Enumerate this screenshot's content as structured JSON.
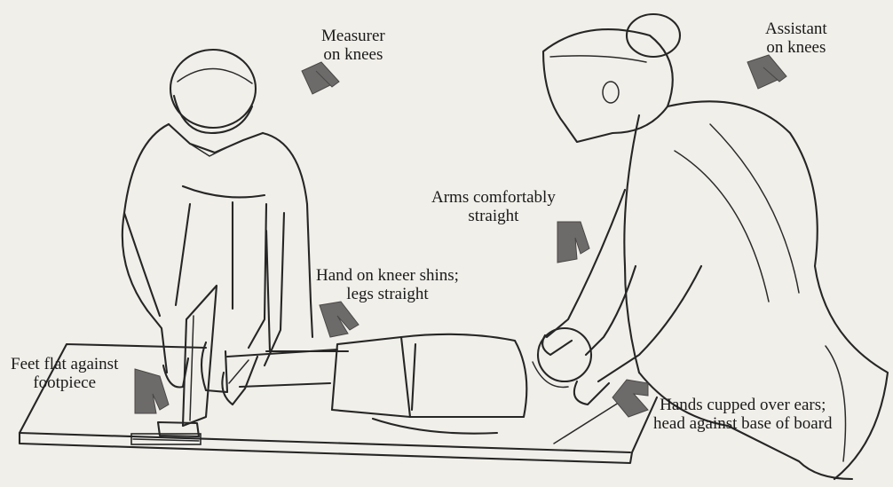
{
  "labels": {
    "measurer": [
      "Measurer",
      "on knees"
    ],
    "assistant": [
      "Assistant",
      "on knees"
    ],
    "arms": [
      "Arms comfortably",
      "straight"
    ],
    "hand": [
      "Hand on kneer shins;",
      "legs straight"
    ],
    "feet": [
      "Feet flat against",
      "footpiece"
    ],
    "hands_cupped": [
      "Hands cupped over ears;",
      "head against base of board"
    ]
  },
  "colors": {
    "paper": "#f1efe9",
    "ink": "#262626",
    "arrow": "#6d6a6a"
  }
}
